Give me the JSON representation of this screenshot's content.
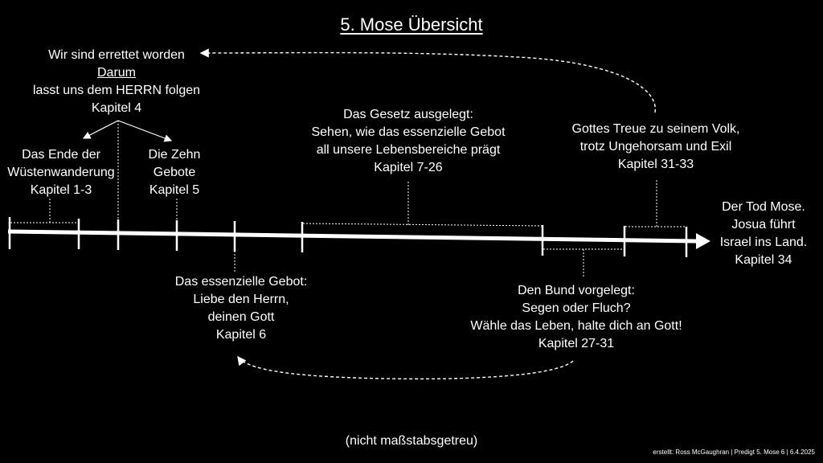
{
  "title": "5. Mose Übersicht",
  "blocks": {
    "errettet": {
      "l1": "Wir sind errettet worden",
      "l2": "Darum",
      "l3": "lasst uns dem HERRN folgen",
      "l4": "Kapitel 4"
    },
    "ende": {
      "l1": "Das Ende der",
      "l2": "Wüstenwanderung",
      "l3": "Kapitel 1-3"
    },
    "zehn": {
      "l1": "Die Zehn",
      "l2": "Gebote",
      "l3": "Kapitel 5"
    },
    "gesetz": {
      "l1": "Das Gesetz ausgelegt:",
      "l2": "Sehen, wie das essenzielle Gebot",
      "l3": "all unsere Lebensbereiche prägt",
      "l4": "Kapitel 7-26"
    },
    "treue": {
      "l1": "Gottes Treue zu seinem Volk,",
      "l2": "trotz Ungehorsam und Exil",
      "l3": "Kapitel 31-33"
    },
    "tod": {
      "l1": "Der Tod Mose.",
      "l2": "Josua führt",
      "l3": "Israel ins Land.",
      "l4": "Kapitel 34"
    },
    "gebot": {
      "l1": "Das essenzielle Gebot:",
      "l2": "Liebe den Herrn,",
      "l3": "deinen Gott",
      "l4": "Kapitel 6"
    },
    "bund": {
      "l1": "Den Bund vorgelegt:",
      "l2": "Segen oder Fluch?",
      "l3": "Wähle das Leben, halte dich an Gott!",
      "l4": "Kapitel 27-31"
    }
  },
  "note": "(nicht maßstabsgetreu)",
  "credit": "erstellt: Ross McGaughran | Predigt 5. Mose 6 | 6.4.2025",
  "colors": {
    "background": "#000000",
    "foreground": "#ffffff"
  }
}
